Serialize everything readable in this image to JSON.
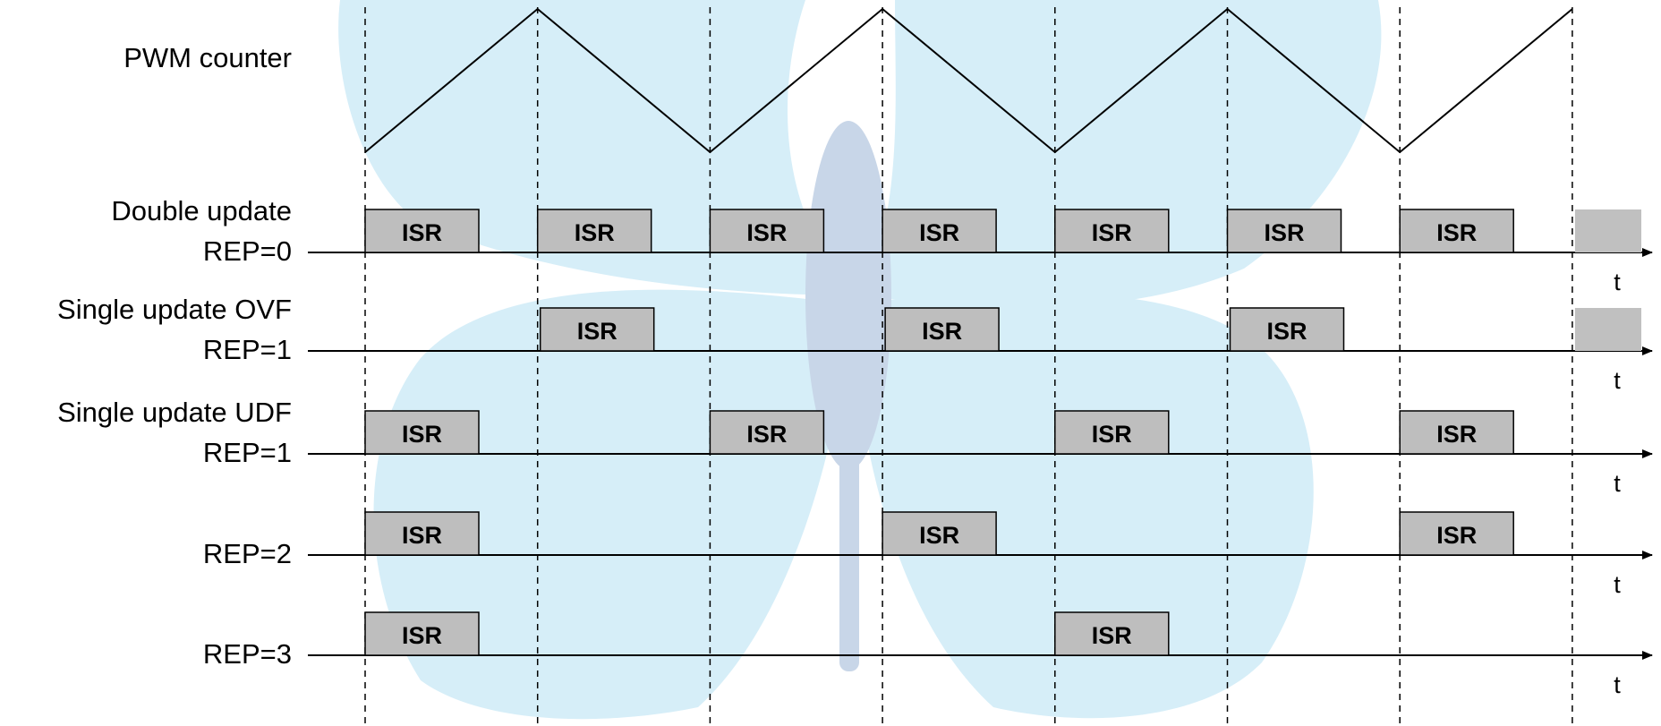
{
  "colors": {
    "watermark": "#d6eef8",
    "watermark_body": "#c8d6e8",
    "isr_fill": "#bebebe",
    "isr_fill_partial": "#c0c0c0",
    "line": "#000000"
  },
  "icons": {
    "watermark": "butterfly-watermark-icon"
  },
  "counter": {
    "label": "PWM counter",
    "waveform": "triangle",
    "start": "bottom"
  },
  "isr_label": "ISR",
  "axis_label": "t",
  "periods": 7,
  "rows": [
    {
      "id": "double-update",
      "label_lines": [
        "Double update",
        "REP=0"
      ],
      "isr_at": [
        0,
        1,
        2,
        3,
        4,
        5,
        6
      ],
      "partial_at_end": true
    },
    {
      "id": "single-ovf",
      "label_lines": [
        "Single update OVF",
        "REP=1"
      ],
      "isr_at": [
        1,
        3,
        5
      ],
      "partial_at_end": true
    },
    {
      "id": "single-udf",
      "label_lines": [
        "Single update UDF",
        "REP=1"
      ],
      "isr_at": [
        0,
        2,
        4,
        6
      ],
      "partial_at_end": false
    },
    {
      "id": "rep2",
      "label_lines": [
        "REP=2"
      ],
      "isr_at": [
        0,
        3,
        6
      ],
      "partial_at_end": false
    },
    {
      "id": "rep3",
      "label_lines": [
        "REP=3"
      ],
      "isr_at": [
        0,
        4
      ],
      "partial_at_end": false
    }
  ]
}
